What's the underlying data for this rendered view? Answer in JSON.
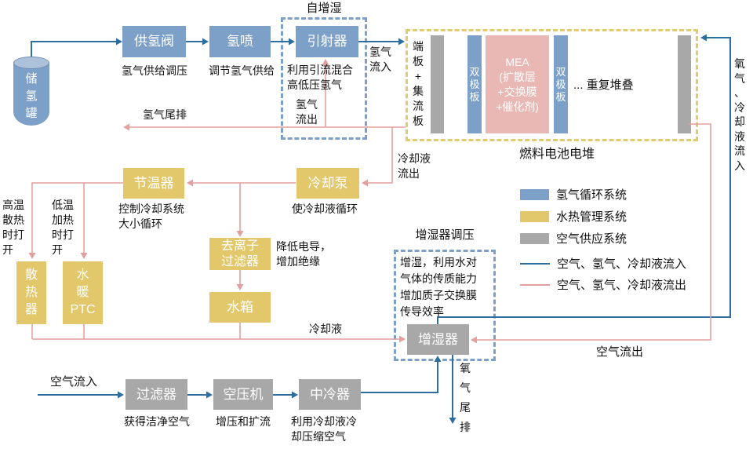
{
  "colors": {
    "hydrogen_blue": "#7da0c8",
    "thermal_yellow": "#e2c86a",
    "air_gray": "#a8a8a8",
    "mea_pink": "#e9b8b5",
    "flow_in_blue": "#2e6e9e",
    "flow_out_pink": "#e2a19e",
    "stack_border_yellow": "#e2ca6e"
  },
  "hydrogen": {
    "tank": "储\n氢\n罐",
    "supply_valve": "供氢阀",
    "supply_valve_caption": "氢气供给调压",
    "injector": "氢喷",
    "injector_caption": "调节氢气供给",
    "self_humidification": "自增湿",
    "ejector": "引射器",
    "ejector_caption": "利用引流混合\n高低压氢气",
    "h2_out": "氢气\n流出",
    "h2_in": "氢气\n流入",
    "h2_tail": "氢气尾排"
  },
  "stack": {
    "title": "燃料电池电堆",
    "end_plate": "端\n板\n+\n集\n流\n板",
    "bipolar_plate_left": "双\n极\n板",
    "bipolar_plate_right": "双\n极\n板",
    "mea": "MEA\n(扩散层\n+交换膜\n+催化剂)",
    "repeat_note": "... 重复堆叠",
    "o2_coolant_in": "氧\n气\n、\n冷\n却\n液\n流\n入"
  },
  "thermal": {
    "thermostat": "节温器",
    "thermostat_caption": "控制冷却系统\n大小循环",
    "coolant_pump": "冷却泵",
    "coolant_pump_caption": "使冷却液循环",
    "coolant_out": "冷却液\n流出",
    "deionizer": "去离子\n过滤器",
    "deionizer_caption": "降低电导，\n增加绝缘",
    "water_tank": "水箱",
    "radiator": "散\n热\n器",
    "radiator_note": "高温\n散热\n时打\n开",
    "heater_ptc": "水\n暖\nPTC",
    "heater_ptc_note": "低温\n加热\n时打\n开",
    "coolant_label": "冷却液"
  },
  "air": {
    "air_in": "空气流入",
    "filter": "过滤器",
    "filter_caption": "获得洁净空气",
    "compressor": "空压机",
    "compressor_caption": "增压和扩流",
    "intercooler": "中冷器",
    "intercooler_caption": "利用冷却液冷\n却压缩空气",
    "humidifier_group_title": "增湿器调压",
    "humidifier_desc": "增湿，利用水对\n气体的传质能力\n增加质子交换膜\n传导效率",
    "humidifier": "增湿器",
    "air_out": "空气流出",
    "o2_tail": "氧\n气\n尾\n排"
  },
  "legend": {
    "items": [
      {
        "label": "氢气循环系统",
        "color": "#7da0c8"
      },
      {
        "label": "水热管理系统",
        "color": "#e2c86a"
      },
      {
        "label": "空气供应系统",
        "color": "#a8a8a8"
      }
    ],
    "flow_in_label": "空气、氢气、冷却液流入",
    "flow_out_label": "空气、氢气、冷却液流出"
  }
}
